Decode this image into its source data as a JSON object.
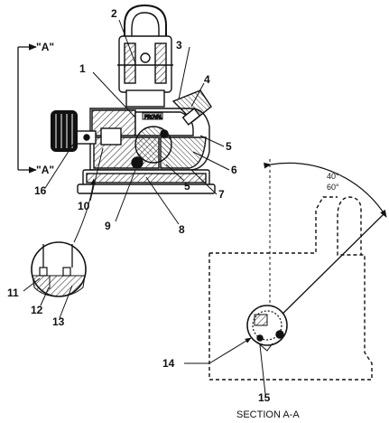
{
  "view_label_top": "\"A\"",
  "view_label_bottom": "\"A\"",
  "section_title": "SECTION A-A",
  "angle_label_1": "40°",
  "angle_label_2": "60°",
  "callouts": {
    "c1": "1",
    "c2": "2",
    "c3": "3",
    "c4": "4",
    "c5a": "5",
    "c5b": "5",
    "c6": "6",
    "c7": "7",
    "c8": "8",
    "c9": "9",
    "c10": "10",
    "c11": "11",
    "c12": "12",
    "c13": "13",
    "c14": "14",
    "c15": "15",
    "c16": "16"
  },
  "nameplate_text": "PROVAL",
  "colors": {
    "ink": "#111111",
    "hatch": "#333333",
    "paper": "#ffffff"
  }
}
